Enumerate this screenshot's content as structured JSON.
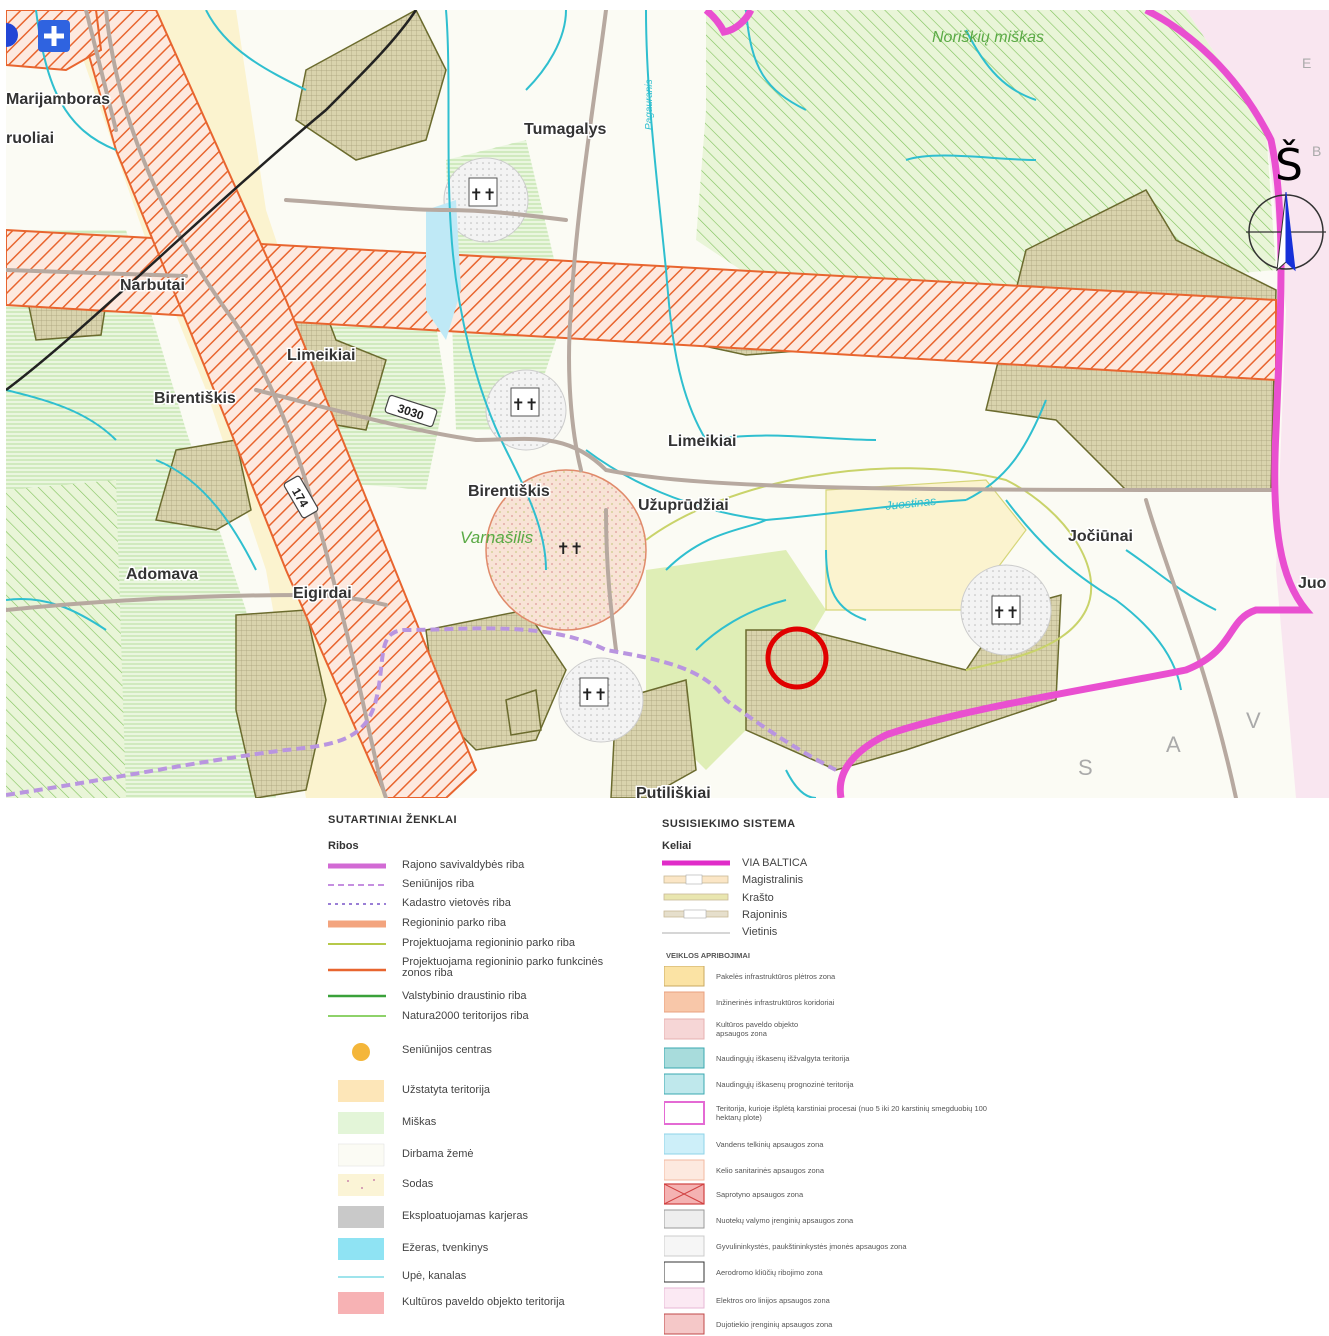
{
  "map": {
    "place_labels": [
      "Marijamboras",
      "ruoliai",
      "Tumagalys",
      "Narbutai",
      "Limeikiai",
      "Birentiškis",
      "Limeikiai",
      "Birentiškis",
      "Užuprūdžiai",
      "Varnašilis",
      "Adomava",
      "Eigirdai",
      "Jočiūnai",
      "Putiliškiai",
      "Juo"
    ],
    "forest_label": "Noriškių miškas",
    "river_labels": [
      "Juostinas",
      "Pagauranis"
    ],
    "road_numbers": [
      "3030",
      "174"
    ],
    "north_label": "Š",
    "region_letters": [
      "S",
      "A",
      "V",
      "E",
      "B"
    ],
    "marker_color": "#e00000",
    "boundary_color": "#e94fd0"
  },
  "legend_left": {
    "title": "SUTARTINIAI ŽENKLAI",
    "section": "Ribos",
    "items": [
      "Rajono savivaldybės riba",
      "Seniūnijos riba",
      "Kadastro vietovės riba",
      "Regioninio parko riba",
      "Projektuojama regioninio parko riba",
      "Projektuojama regioninio parko funkcinės zonos riba",
      "Valstybinio draustinio riba",
      "Natura2000 teritorijos riba",
      "Seniūnijos centras",
      "Užstatyta teritorija",
      "Miškas",
      "Dirbama žemė",
      "Sodas",
      "Eksploatuojamas karjeras",
      "Ežeras, tvenkinys",
      "Upė, kanalas",
      "Kultūros paveldo objekto teritorija"
    ]
  },
  "legend_right": {
    "title": "SUSISIEKIMO SISTEMA",
    "section": "Keliai",
    "road_items": [
      "VIA BALTICA",
      "Magistralinis",
      "Krašto",
      "Rajoninis",
      "Vietinis"
    ],
    "restrictions_title": "VEIKLOS APRIBOJIMAI",
    "restriction_items": [
      "Pakelės infrastruktūros plėtros zona",
      "Inžinerinės infrastruktūros koridoriai",
      "Kultūros paveldo objekto apsaugos zona",
      "Naudingųjų iškasenų išžvalgyta teritorija",
      "Naudingųjų iškasenų prognozinė teritorija",
      "Teritorija, kurioje išplėtą karstiniai procesai (nuo 5 iki 20 karstinių smegduobių 100 hektarų plote)",
      "Vandens telkinių apsaugos zona",
      "Kelio sanitarinės apsaugos zona",
      "Saprotyno apsaugos zona",
      "Nuotekų valymo įrenginių apsaugos zona",
      "Gyvulininkystės, paukštininkystės įmonės apsaugos zona",
      "Aerodromo kliūčių ribojimo zona",
      "Elektros oro linijos apsaugos zona",
      "Dujotiekio įrenginių apsaugos zona"
    ]
  }
}
